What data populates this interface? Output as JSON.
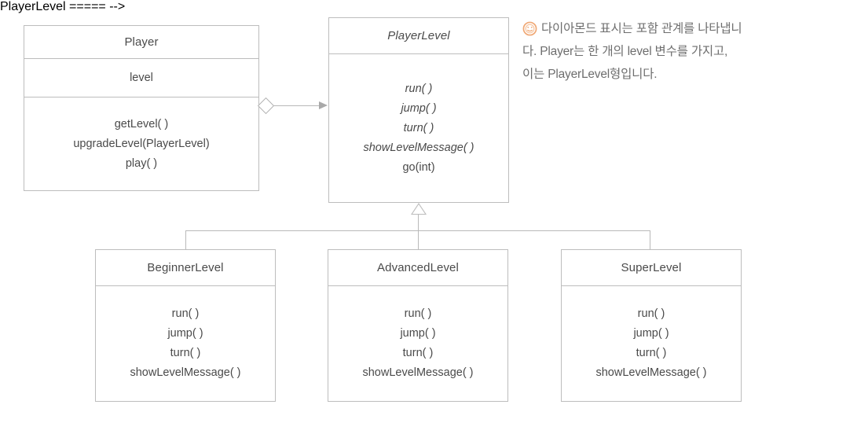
{
  "diagram": {
    "title": "Player / PlayerLevel UML class diagram",
    "colors": {
      "border": "#bdbdbd",
      "connector": "#b9b9b9",
      "text": "#4a4a4a",
      "note_text": "#6e6e6e",
      "note_icon": "#f0a875",
      "background": "#ffffff"
    }
  },
  "classes": [
    {
      "id": "player",
      "name": "Player",
      "abstract": false,
      "attributes": [
        "level"
      ],
      "methods": [
        "getLevel( )",
        "upgradeLevel(PlayerLevel)",
        "play( )"
      ],
      "abstract_methods": []
    },
    {
      "id": "playerlevel",
      "name": "PlayerLevel",
      "abstract": true,
      "attributes": [],
      "methods": [
        "run( )",
        "jump( )",
        "turn( )",
        "showLevelMessage( )",
        "go(int)"
      ],
      "abstract_methods": [
        "run( )",
        "jump( )",
        "turn( )",
        "showLevelMessage( )"
      ]
    },
    {
      "id": "beginnerlevel",
      "name": "BeginnerLevel",
      "abstract": false,
      "attributes": [],
      "methods": [
        "run( )",
        "jump( )",
        "turn( )",
        "showLevelMessage( )"
      ],
      "abstract_methods": []
    },
    {
      "id": "advancedlevel",
      "name": "AdvancedLevel",
      "abstract": false,
      "attributes": [],
      "methods": [
        "run( )",
        "jump( )",
        "turn( )",
        "showLevelMessage( )"
      ],
      "abstract_methods": []
    },
    {
      "id": "superlevel",
      "name": "SuperLevel",
      "abstract": false,
      "attributes": [],
      "methods": [
        "run( )",
        "jump( )",
        "turn( )",
        "showLevelMessage( )"
      ],
      "abstract_methods": []
    }
  ],
  "relationships": [
    {
      "type": "aggregation",
      "from": "Player",
      "to": "PlayerLevel",
      "source_decoration": "hollow-diamond",
      "target_decoration": "solid-arrowhead"
    },
    {
      "type": "generalization",
      "from": [
        "BeginnerLevel",
        "AdvancedLevel",
        "SuperLevel"
      ],
      "to": "PlayerLevel",
      "target_decoration": "hollow-triangle"
    }
  ],
  "note": {
    "icon": "smiley-face-icon",
    "lines": [
      "다이아몬드 표시는 포함 관계를 나타냅니",
      "다. Player는 한 개의 level 변수를 가지고,",
      "이는 PlayerLevel형입니다."
    ],
    "text": "다이아몬드 표시는 포함 관계를 나타냅니다. Player는 한 개의 level 변수를 가지고, 이는 PlayerLevel형입니다."
  }
}
